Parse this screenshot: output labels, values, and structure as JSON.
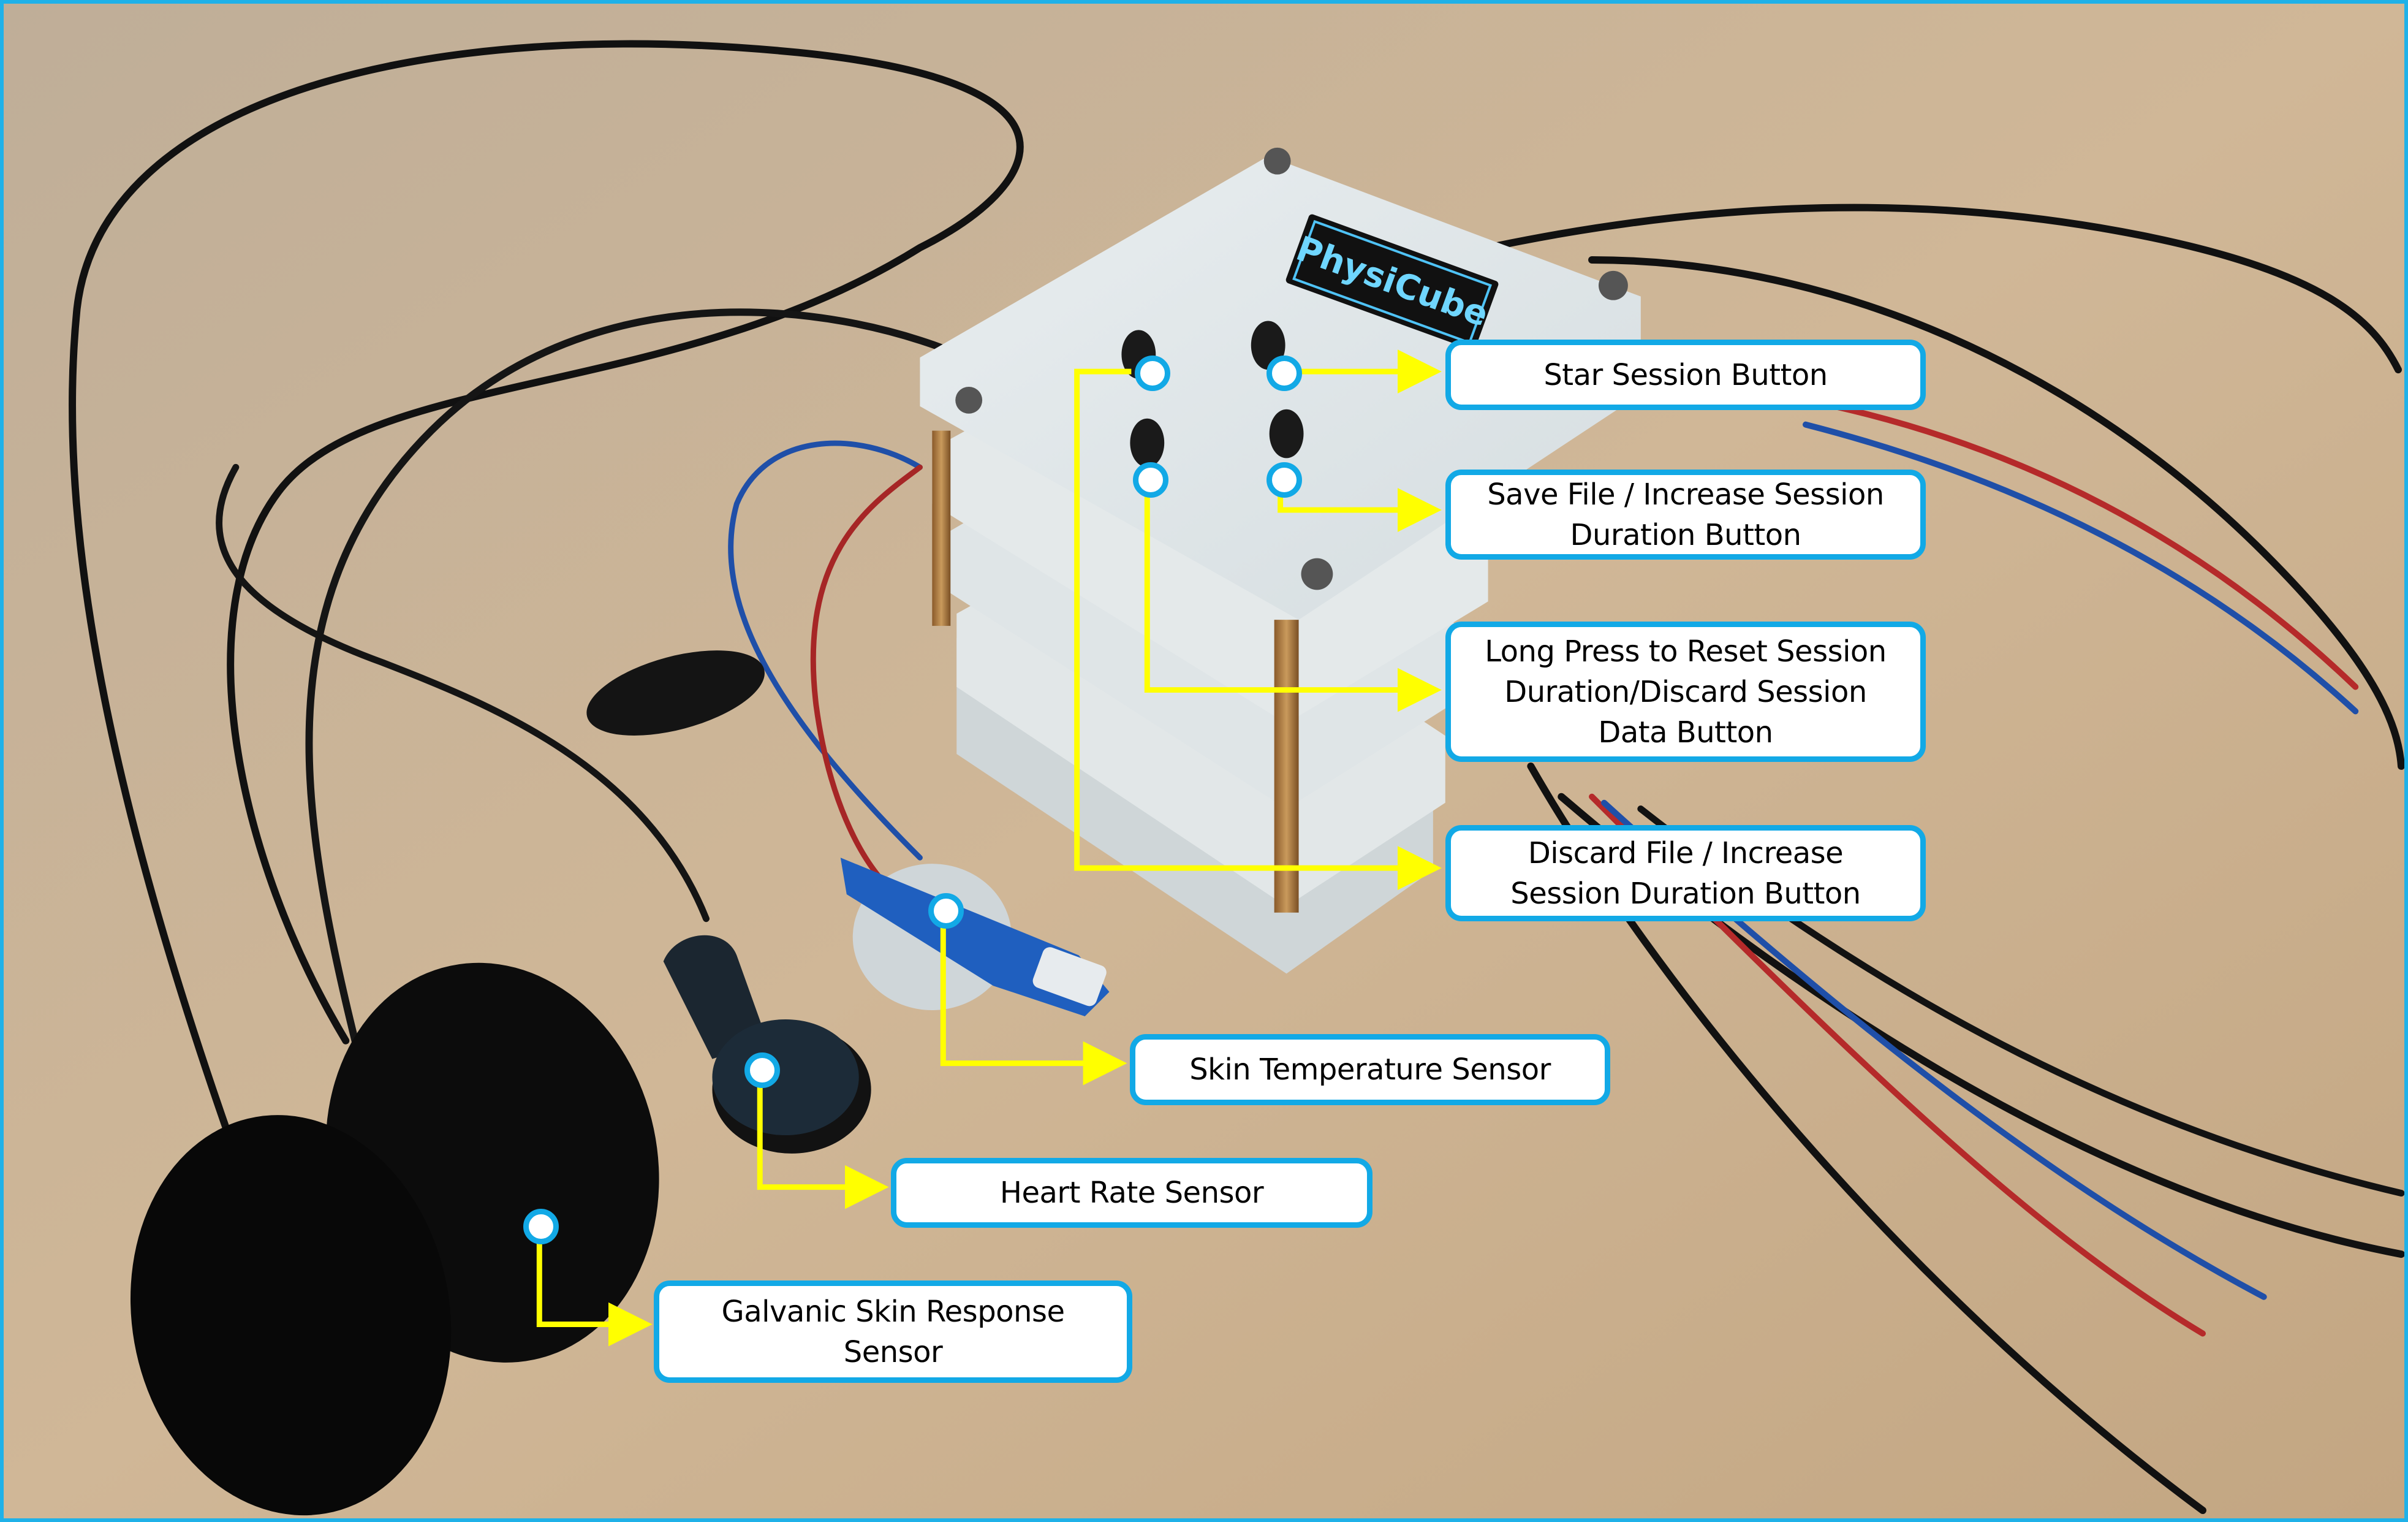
{
  "figure": {
    "device_screen_logo": "PhysiCube",
    "colors": {
      "callout_border": "#12a9e6",
      "callout_fill": "#ffffff",
      "leader_line": "#ffff00",
      "marker_fill": "#ffffff",
      "frame_border": "#1fb1e8",
      "table_wood": "#c9b59a"
    },
    "callouts": [
      {
        "id": "start-session",
        "lines": [
          "Star Session Button"
        ]
      },
      {
        "id": "save-file",
        "lines": [
          "Save File / Increase Session",
          "Duration Button"
        ]
      },
      {
        "id": "long-press",
        "lines": [
          "Long Press to Reset Session",
          "Duration/Discard Session",
          "Data Button"
        ]
      },
      {
        "id": "discard-file",
        "lines": [
          "Discard File / Increase",
          "Session Duration Button"
        ]
      },
      {
        "id": "skin-temp",
        "lines": [
          "Skin Temperature Sensor"
        ]
      },
      {
        "id": "heart-rate",
        "lines": [
          "Heart Rate Sensor"
        ]
      },
      {
        "id": "gsr",
        "lines": [
          "Galvanic Skin Response",
          "Sensor"
        ]
      }
    ]
  }
}
